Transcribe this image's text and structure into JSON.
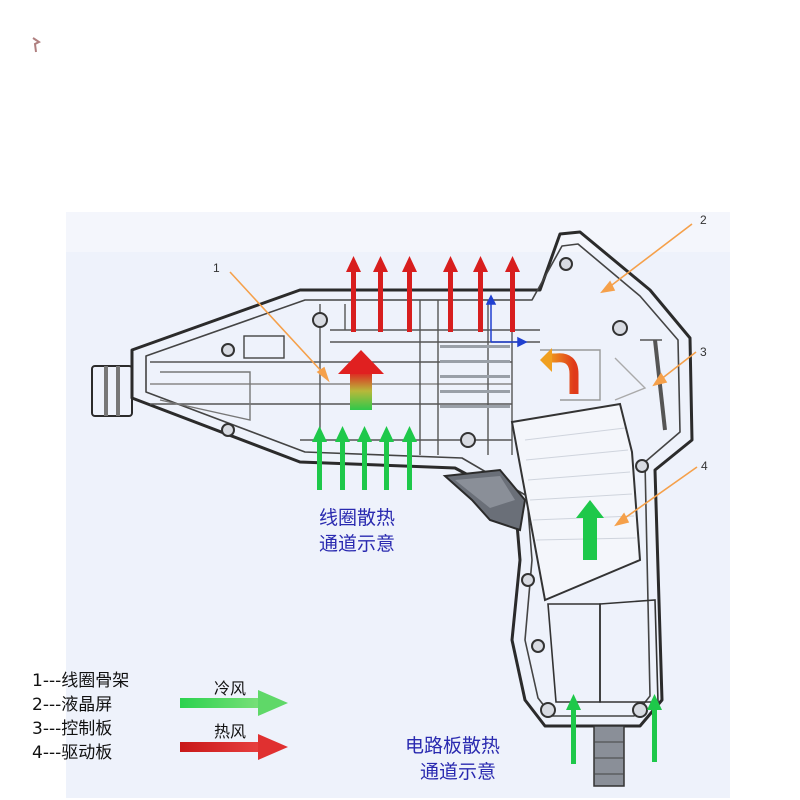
{
  "callouts": [
    {
      "num": "1"
    },
    {
      "num": "2"
    },
    {
      "num": "3"
    },
    {
      "num": "4"
    }
  ],
  "captions": {
    "coil_line1": "线圈散热",
    "coil_line2": "通道示意",
    "circuit_line1": "电路板散热",
    "circuit_line2": "通道示意"
  },
  "legend": {
    "items": [
      {
        "text": "1---线圈骨架"
      },
      {
        "text": "2---液晶屏"
      },
      {
        "text": "3---控制板"
      },
      {
        "text": "4---驱动板"
      }
    ],
    "cold_air": "冷风",
    "hot_air": "热风"
  },
  "colors": {
    "cold": "#1ec84a",
    "hot": "#d81e1e",
    "leader": "#f5a04a",
    "outline": "#2b2b2b",
    "caption": "#2a2ab0",
    "panel": "#eef2fb"
  }
}
